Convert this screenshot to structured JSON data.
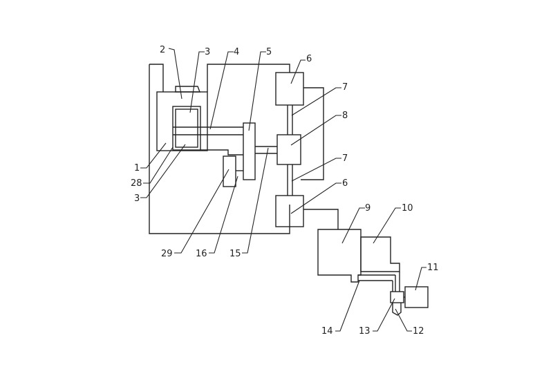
{
  "labels": {
    "l1": "1",
    "l2": "2",
    "l3a": "3",
    "l3b": "3",
    "l4": "4",
    "l5": "5",
    "l6a": "6",
    "l6b": "6",
    "l7a": "7",
    "l7b": "7",
    "l8": "8",
    "l9": "9",
    "l10": "10",
    "l11": "11",
    "l12": "12",
    "l13": "13",
    "l14": "14",
    "l15": "15",
    "l16": "16",
    "l28": "28",
    "l29": "29"
  }
}
